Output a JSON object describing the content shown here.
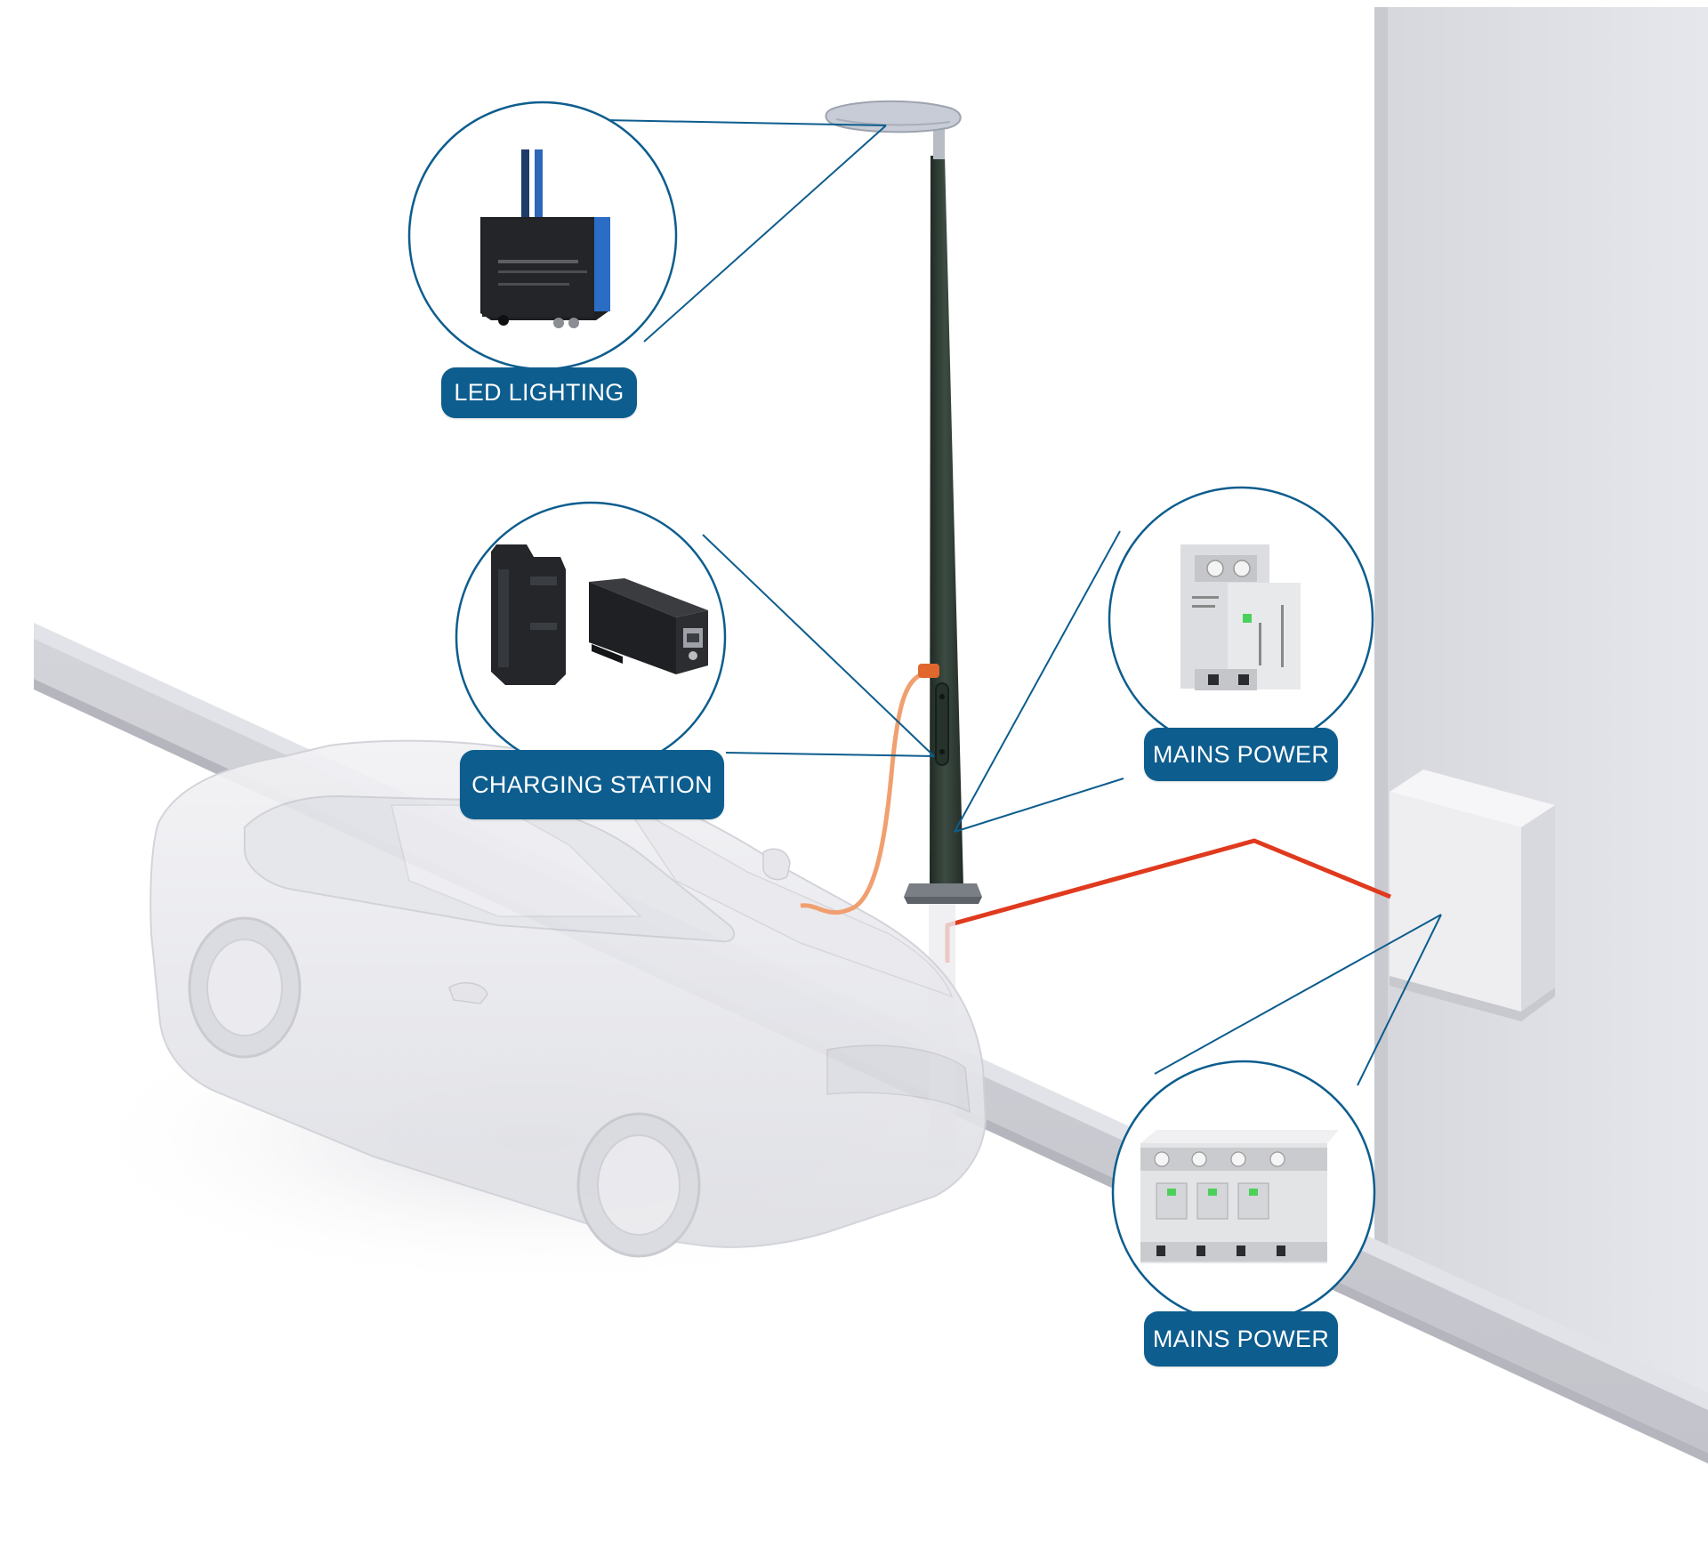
{
  "labels": {
    "led_lighting": "LED LIGHTING",
    "charging_station": "CHARGING STATION",
    "mains_power_top": "MAINS POWER",
    "mains_power_bottom": "MAINS POWER"
  },
  "colors": {
    "callout_line": "#0d5d8e",
    "label_background": "#0d5d8e",
    "label_text": "#ffffff",
    "mains_cable": "#e03a1e",
    "charging_cable": "#f0a070",
    "pole": "#2f3f37",
    "wall": "#dcdde3"
  },
  "icons": [
    "street-lamp",
    "lamp-pole",
    "electric-car",
    "charging-cable",
    "distribution-box",
    "led-surge-protector",
    "din-rail-module",
    "ethernet-surge-protector",
    "two-pole-surge-arrester",
    "four-pole-surge-arrester"
  ]
}
